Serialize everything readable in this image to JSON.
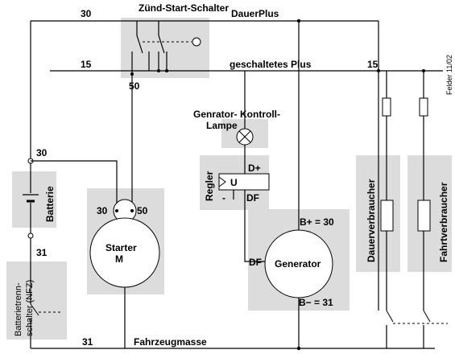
{
  "rails": {
    "top_number": "30",
    "top_label": "DauerPlus",
    "switched_number_left": "15",
    "switched_label": "geschaltetes Plus",
    "switched_number_right": "15",
    "ground_number": "31",
    "ground_label": "Fahrzeugmasse"
  },
  "ignition_switch": {
    "title": "Zünd-Start-Schalter",
    "terminal": "50"
  },
  "battery": {
    "label": "Batterie",
    "plus_terminal": "30",
    "minus_terminal": "31"
  },
  "battery_switch": {
    "label_line1": "Batterietrenn-",
    "label_line2": "schalter (NFZ)"
  },
  "starter": {
    "terminal_30": "30",
    "terminal_50": "50",
    "label_line1": "Starter",
    "label_line2": "M"
  },
  "lamp": {
    "label_line1": "Genrator- Kontroll-",
    "label_line2": "Lampe"
  },
  "regulator": {
    "label": "Regler",
    "inner": "U",
    "d_plus": "D+",
    "minus": "-",
    "df": "DF"
  },
  "generator": {
    "label": "Generator",
    "b_plus": "B+ = 30",
    "df": "DF",
    "b_minus": "B− = 31"
  },
  "consumers": {
    "permanent": "Dauerverbraucher",
    "driving": "Fahrtverbraucher"
  },
  "note": "Felder 11/02"
}
